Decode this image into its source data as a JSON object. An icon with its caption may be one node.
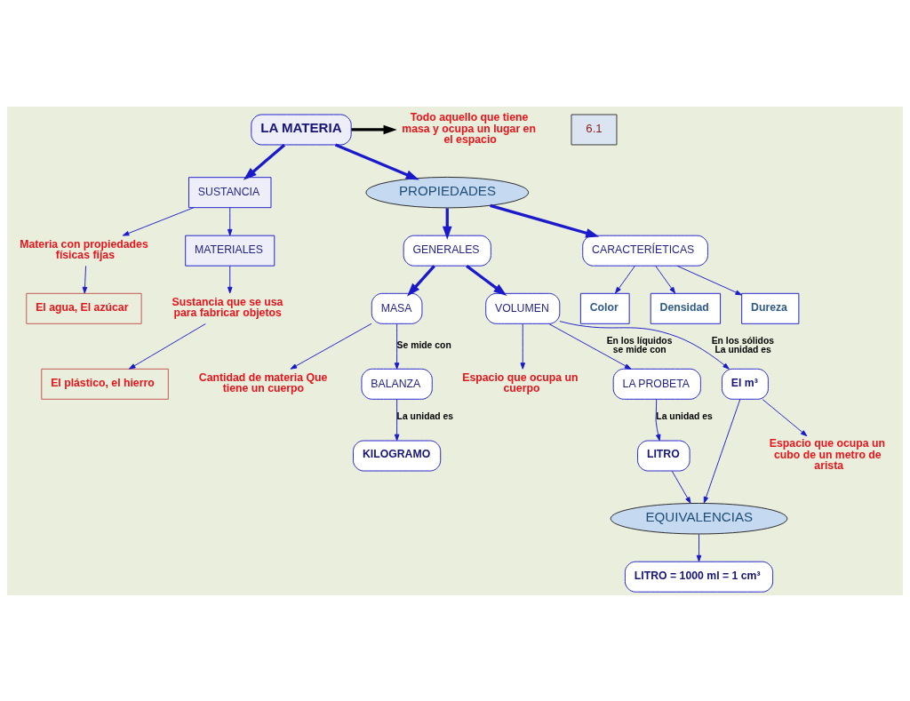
{
  "diagram": {
    "nodes": [
      {
        "text": [
          "LA MATERIA"
        ]
      },
      {
        "text": [
          "SUSTANCIA"
        ]
      },
      {
        "text": [
          "Todo aquello que tiene masa y ocupa un lugar en el espacio"
        ]
      },
      {
        "text": [
          "Materia con propiedades físicas fijas"
        ]
      },
      {
        "text": [
          "MATERIALES"
        ]
      },
      {
        "text": [
          "PROPIEDADES"
        ]
      },
      {
        "text": [
          "El agua, El azúcar"
        ]
      },
      {
        "text": [
          "Sustancia que se usa para fabricar objetos"
        ]
      },
      {
        "text": [
          "GENERALES"
        ]
      },
      {
        "text": [
          "CARACTERÍETICAS"
        ]
      },
      {
        "text": [
          "El plástico, el hierro"
        ]
      },
      {
        "text": [
          "MASA"
        ]
      },
      {
        "text": [
          "VOLUMEN"
        ]
      },
      {
        "text": [
          "Color"
        ]
      },
      {
        "text": [
          "Densidad"
        ]
      },
      {
        "text": [
          "Cantidad de materia Que tiene un cuerpo"
        ]
      },
      {
        "text": [
          "Espacio que ocupa un cuerpo"
        ]
      },
      {
        "text": [
          "Dureza"
        ]
      },
      {
        "text": [
          "BALANZA"
        ]
      },
      {
        "text": [
          "LA PROBETA"
        ]
      },
      {
        "text": [
          "KILOGRAMO"
        ]
      },
      {
        "text": [
          "LITRO"
        ]
      },
      {
        "text": [
          "El m³"
        ]
      },
      {
        "text": [
          "EQUIVALENCIAS"
        ]
      },
      {
        "text": [
          "Espacio que ocupa un cubo de un metro de arista"
        ]
      },
      {
        "text": [
          "LITRO = 1000 ml = 1 cm³"
        ]
      }
    ],
    "edges": [
      {
        "from": 0,
        "to": 1,
        "arrow": "to",
        "style": "thick"
      },
      {
        "from": 0,
        "to": 2,
        "arrow": "to",
        "style": "thick",
        "color": "#000000"
      },
      {
        "from": 0,
        "to": 5,
        "arrow": "to",
        "style": "thick"
      },
      {
        "from": 1,
        "to": 3,
        "arrow": "to"
      },
      {
        "from": 1,
        "to": 4,
        "arrow": "to"
      },
      {
        "from": 3,
        "to": 6,
        "arrow": "to"
      },
      {
        "from": 4,
        "to": 7,
        "arrow": "to"
      },
      {
        "from": 7,
        "to": 10,
        "arrow": "to"
      },
      {
        "from": 5,
        "to": 8,
        "arrow": "to",
        "style": "thick"
      },
      {
        "from": 5,
        "to": 9,
        "arrow": "to",
        "style": "thick"
      },
      {
        "from": 8,
        "to": 11,
        "arrow": "to",
        "style": "thick"
      },
      {
        "from": 8,
        "to": 12,
        "arrow": "to",
        "style": "thick"
      },
      {
        "from": 9,
        "to": 13,
        "arrow": "to"
      },
      {
        "from": 9,
        "to": 14,
        "arrow": "to"
      },
      {
        "from": 9,
        "to": 17,
        "arrow": "to"
      },
      {
        "from": 11,
        "to": 15,
        "arrow": "to"
      },
      {
        "from": 11,
        "to": 18,
        "arrow": "to",
        "label": "Se mide con"
      },
      {
        "from": 12,
        "to": 16,
        "arrow": "to"
      },
      {
        "from": 12,
        "to": 19,
        "arrow": "to",
        "label": "En los líquidos se mide con"
      },
      {
        "from": 12,
        "to": 22,
        "arrow": "to",
        "label": "En los sólidos La unidad es"
      },
      {
        "from": 18,
        "to": 20,
        "arrow": "to",
        "label": "La unidad es"
      },
      {
        "from": 19,
        "to": 21,
        "arrow": "to",
        "label": "La unidad es"
      },
      {
        "from": 21,
        "to": 23,
        "arrow": "to"
      },
      {
        "from": 22,
        "to": 23,
        "arrow": "to"
      },
      {
        "from": 22,
        "to": 24,
        "arrow": "to"
      },
      {
        "from": 23,
        "to": 25,
        "arrow": "to"
      }
    ],
    "labels": [
      "6.1"
    ]
  }
}
